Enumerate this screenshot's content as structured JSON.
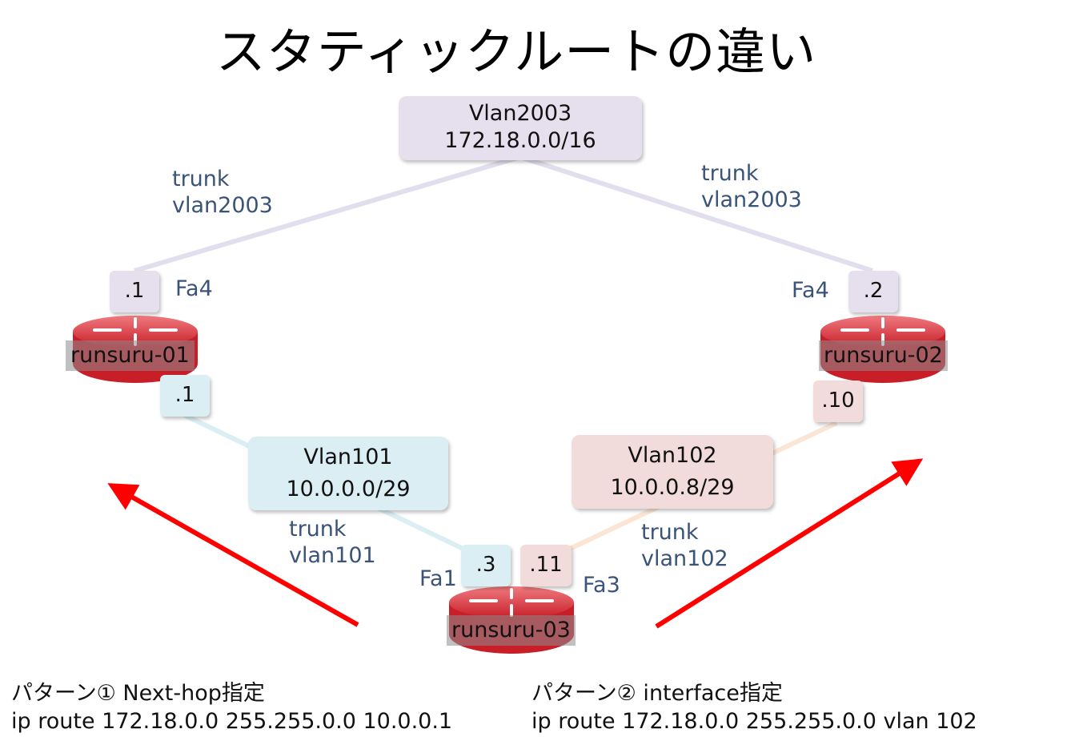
{
  "title": "スタティックルートの違い",
  "networks": {
    "vlan2003": {
      "name": "Vlan2003",
      "subnet": "172.18.0.0/16"
    },
    "vlan101": {
      "name": "Vlan101",
      "subnet": "10.0.0.0/29"
    },
    "vlan102": {
      "name": "Vlan102",
      "subnet": "10.0.0.8/29"
    }
  },
  "routers": {
    "r1": {
      "name": "runsuru-01",
      "ip_top": ".1",
      "ip_bottom": ".1",
      "port": "Fa4"
    },
    "r2": {
      "name": "runsuru-02",
      "ip_top": ".2",
      "ip_bottom": ".10",
      "port": "Fa4"
    },
    "r3": {
      "name": "runsuru-03",
      "ip_left": ".3",
      "ip_right": ".11",
      "port_left": "Fa1",
      "port_right": "Fa3"
    }
  },
  "links": {
    "left_top": {
      "line1": "trunk",
      "line2": "vlan2003"
    },
    "right_top": {
      "line1": "trunk",
      "line2": "vlan2003"
    },
    "left_bottom": {
      "line1": "trunk",
      "line2": "vlan101"
    },
    "right_bottom": {
      "line1": "trunk",
      "line2": "vlan102"
    }
  },
  "patterns": {
    "p1": {
      "heading": "パターン① Next-hop指定",
      "command": "ip route 172.18.0.0 255.255.0.0 10.0.0.1"
    },
    "p2": {
      "heading": "パターン② interface指定",
      "command": "ip route 172.18.0.0 255.255.0.0 vlan 102"
    }
  },
  "colors": {
    "arrow": "#ff0000",
    "router": "#d9262f",
    "label": "#3a5379"
  }
}
